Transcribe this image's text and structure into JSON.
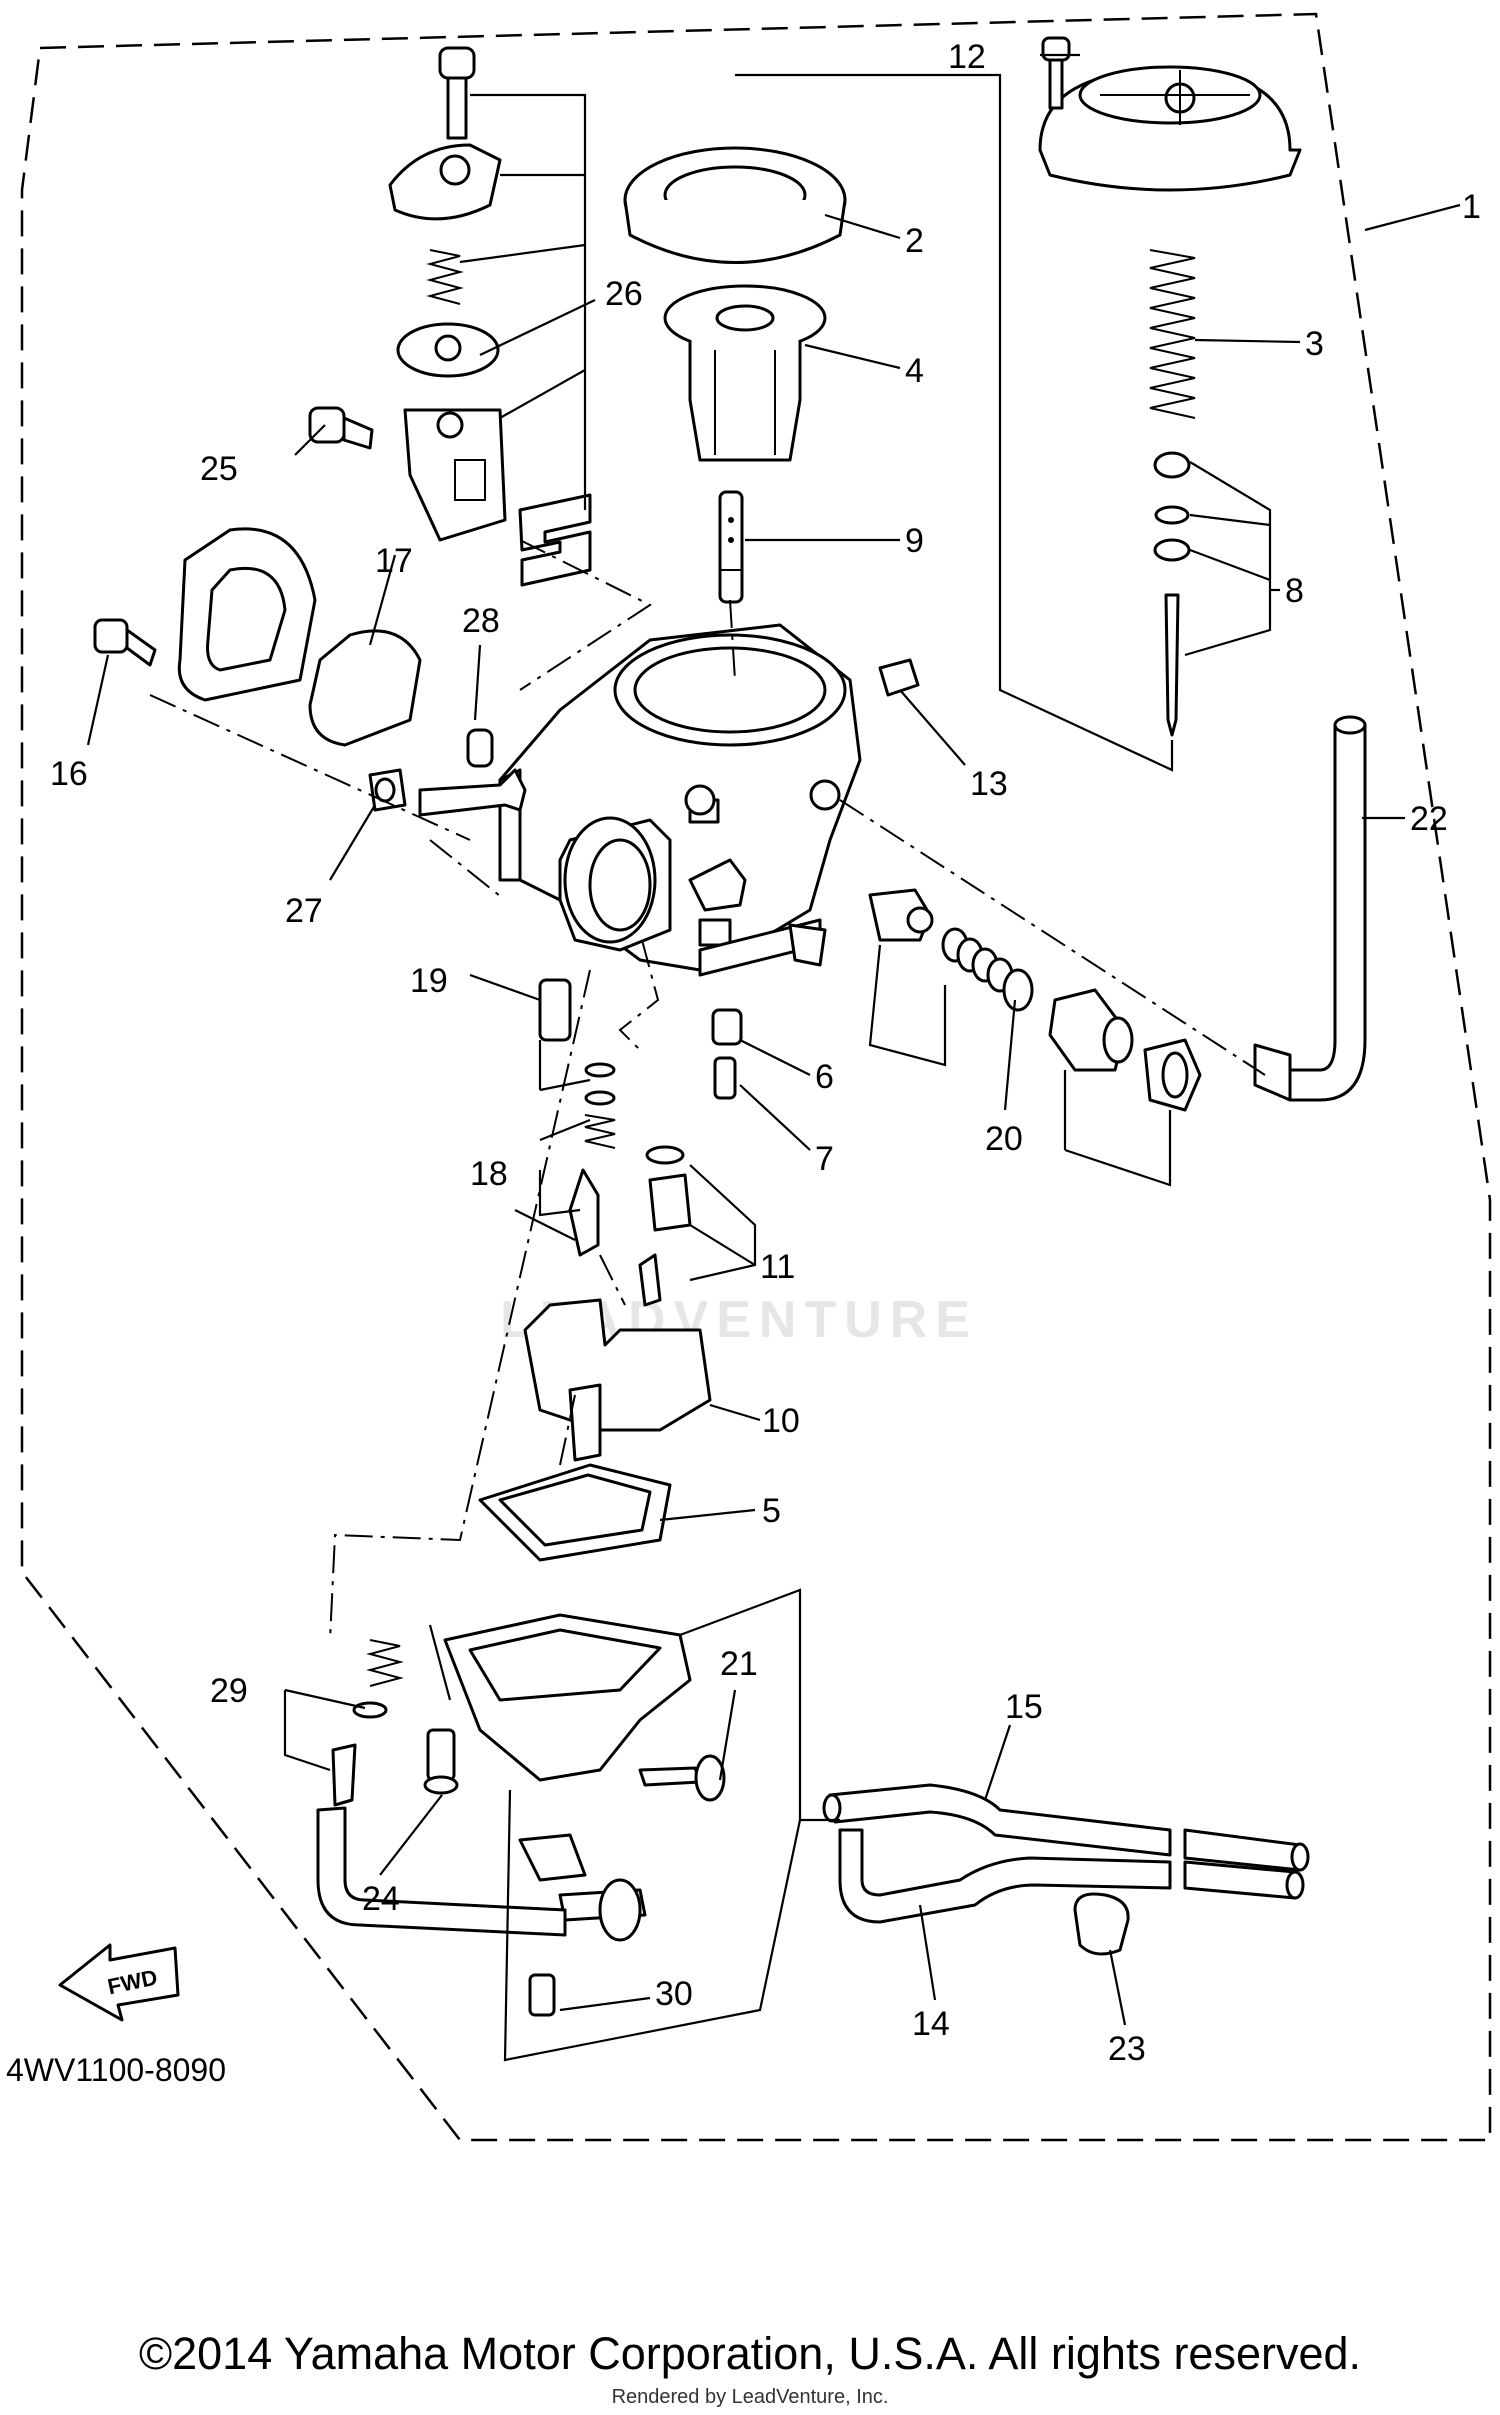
{
  "diagram": {
    "code": "4WV1100-8090",
    "fwd_label": "FWD",
    "watermark": "LEADVENTURE",
    "callouts": [
      "1",
      "2",
      "3",
      "4",
      "5",
      "6",
      "7",
      "8",
      "9",
      "10",
      "11",
      "12",
      "13",
      "14",
      "15",
      "16",
      "17",
      "18",
      "19",
      "20",
      "21",
      "22",
      "23",
      "24",
      "25",
      "26",
      "27",
      "28",
      "29",
      "30"
    ]
  },
  "footer": {
    "copyright": "©2014 Yamaha Motor Corporation, U.S.A. All rights reserved.",
    "rendered_by": "Rendered by LeadVenture, Inc."
  }
}
